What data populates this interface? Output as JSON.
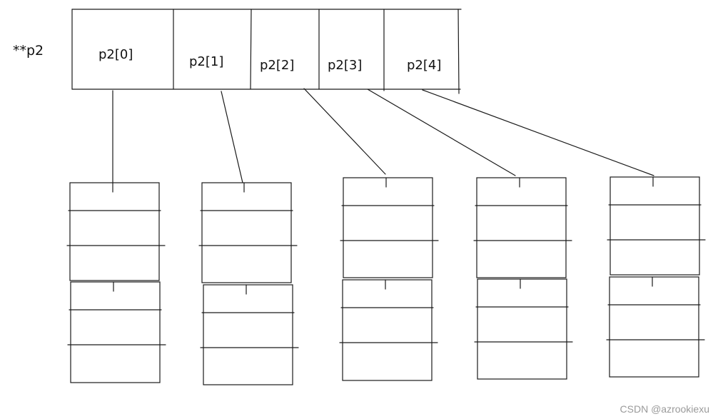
{
  "pointer_label": "**p2",
  "slots": [
    "p2[0]",
    "p2[1]",
    "p2[2]",
    "p2[3]",
    "p2[4]"
  ],
  "watermark": "CSDN @azrookiexu"
}
